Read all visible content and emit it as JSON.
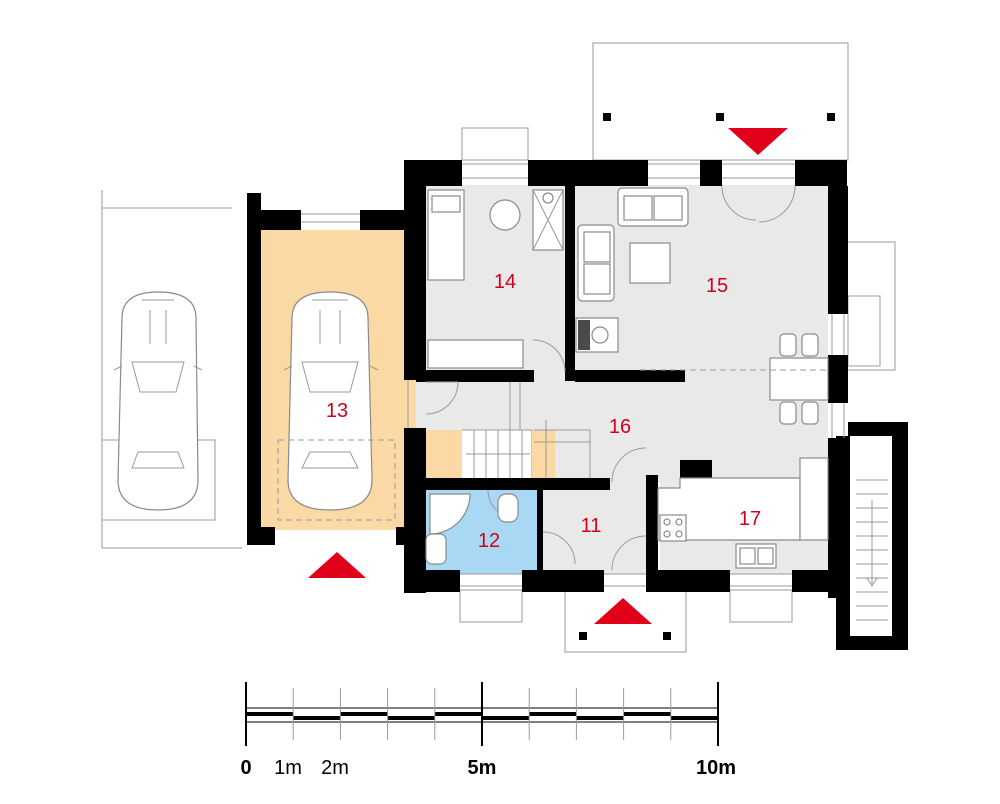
{
  "rooms": [
    {
      "id": "11",
      "label": "11"
    },
    {
      "id": "12",
      "label": "12"
    },
    {
      "id": "13",
      "label": "13"
    },
    {
      "id": "14",
      "label": "14"
    },
    {
      "id": "15",
      "label": "15"
    },
    {
      "id": "16",
      "label": "16"
    },
    {
      "id": "17",
      "label": "17"
    }
  ],
  "scale": {
    "labels": [
      "0",
      "1m",
      "2m",
      "5m",
      "10m"
    ]
  },
  "colors": {
    "garage": "#fbd9a5",
    "bathroom": "#a9d8f4",
    "floor": "#e9e9e9",
    "wall": "#000000",
    "entrance_arrow": "#e0001a",
    "room_label": "#d0021b"
  }
}
